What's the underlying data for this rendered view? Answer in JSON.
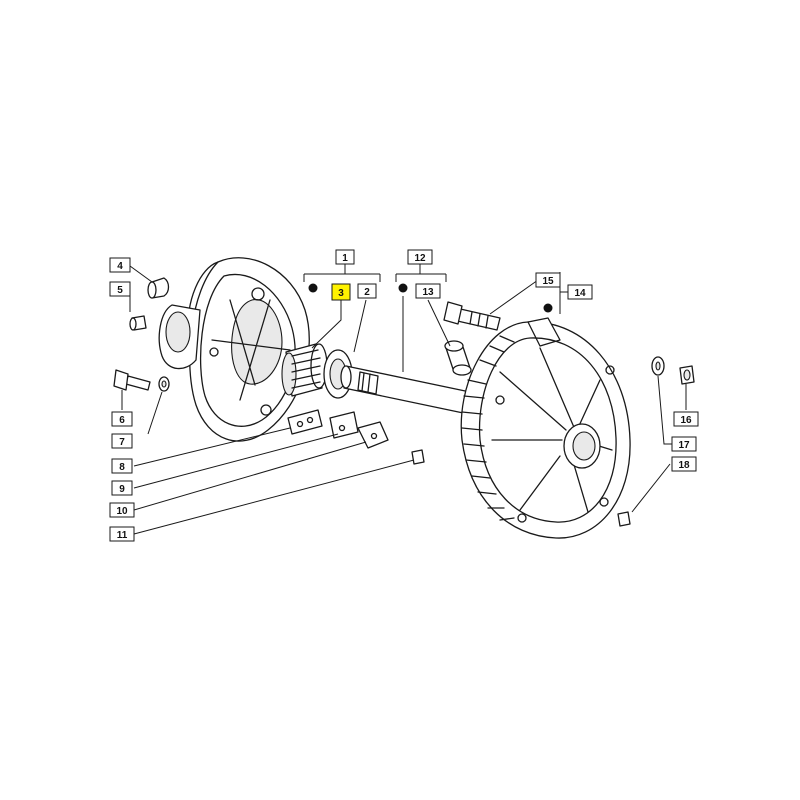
{
  "diagram": {
    "highlight_color": "#fff200",
    "ink_color": "#1a1a1a",
    "callouts": [
      {
        "id": "1",
        "text": "1"
      },
      {
        "id": "2",
        "text": "2"
      },
      {
        "id": "3",
        "text": "3",
        "highlighted": true
      },
      {
        "id": "4",
        "text": "4"
      },
      {
        "id": "5",
        "text": "5"
      },
      {
        "id": "6",
        "text": "6"
      },
      {
        "id": "7",
        "text": "7"
      },
      {
        "id": "8",
        "text": "8"
      },
      {
        "id": "9",
        "text": "9"
      },
      {
        "id": "10",
        "text": "10"
      },
      {
        "id": "11",
        "text": "11"
      },
      {
        "id": "12",
        "text": "12"
      },
      {
        "id": "13",
        "text": "13"
      },
      {
        "id": "14",
        "text": "14"
      },
      {
        "id": "15",
        "text": "15"
      },
      {
        "id": "16",
        "text": "16"
      },
      {
        "id": "17",
        "text": "17"
      },
      {
        "id": "18",
        "text": "18"
      }
    ]
  }
}
